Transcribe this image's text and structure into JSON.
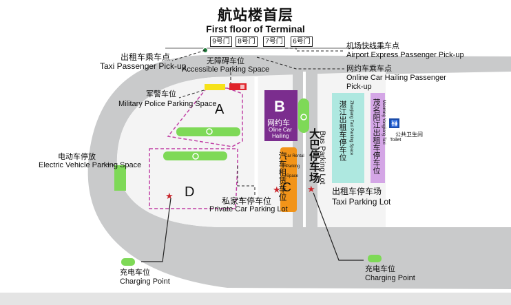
{
  "title": {
    "cn": "航站楼首层",
    "en": "First floor of Terminal"
  },
  "gates": [
    "9号门",
    "8号门",
    "7号门",
    "6号门"
  ],
  "taxi_pickup": {
    "cn": "出租车乘车点",
    "en": "Taxi Passenger Pick-up"
  },
  "airport_express": {
    "cn": "机场快线乘车点",
    "en": "Airport Express Passenger Pick-up"
  },
  "accessible_parking": {
    "cn": "无障碍车位",
    "en": "Accessible Parking Space"
  },
  "online_pickup": {
    "cn": "网约车乘车点",
    "en": "Online Car Hailing Passenger",
    "en2": "Pick-up"
  },
  "military_parking": {
    "cn": "军警车位",
    "en": "Military Police Parking Space"
  },
  "zones": {
    "a": "A",
    "b": "B",
    "c": "C",
    "d": "D"
  },
  "online_lot": {
    "cn": "网约车",
    "en1": "Oline Car",
    "en2": "Hailing"
  },
  "ev_parking": {
    "cn": "电动车停放",
    "en": "Electric Vehicle Parking Space"
  },
  "car_rental": {
    "cn": "汽车租赁车位",
    "en1": "Car Rental",
    "en2": "Parking",
    "en3": "Space"
  },
  "bus_lot": {
    "cn": "大巴停车场",
    "en": "Bus Parking Lot"
  },
  "private_parking": {
    "cn": "私家车停车位",
    "en": "Private Car Parking Lot"
  },
  "taxi_lot": {
    "cn": "出租车停车场",
    "en": "Taxi Parking Lot",
    "zhanjiang_cn": "湛江出租车停车位",
    "zhanjiang_en": "Zhanjiang Taxi Parking Space",
    "maoming_cn": "茂名阳江出租车停车位",
    "maoming_en": "Maoming Yangjiang Taxi"
  },
  "toilet": {
    "cn": "公共卫生间",
    "en": "Toilet"
  },
  "charging_left": {
    "cn": "充电车位",
    "en": "Charging Point"
  },
  "charging_right": {
    "cn": "充电车位",
    "en": "Charging Point"
  },
  "colors": {
    "road": "#c9cacb",
    "lot": "#f4f4f4",
    "purple": "#7b2d8e",
    "orange": "#f29419",
    "green": "#7ed957",
    "teal": "#aee8e0",
    "lavender": "#d4a6e6",
    "red": "#e0242b",
    "yellow": "#f6e21a",
    "zone_border": "#c03fa4",
    "star": "#c8252b"
  },
  "icons": [
    "charging-icon",
    "star-icon",
    "toilet-icon",
    "taxi-pickup-dot-icon"
  ]
}
